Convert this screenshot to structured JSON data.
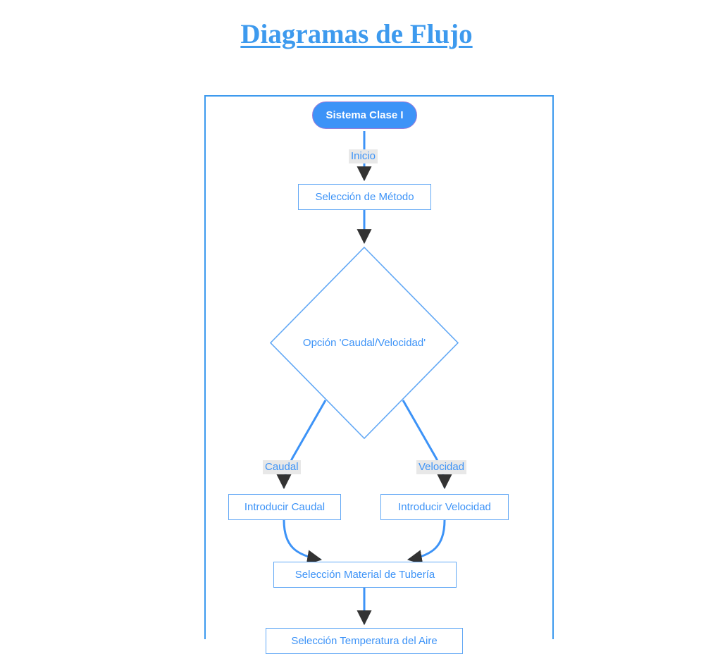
{
  "page": {
    "title": "Diagramas de Flujo",
    "background_color": "#ffffff"
  },
  "theme": {
    "accent_blue": "#3d93f7",
    "node_border_blue": "#62a8f5",
    "start_node_fill": "#3d93f7",
    "start_node_border": "#9e7cd6",
    "start_node_text": "#ffffff",
    "edge_color": "#3d93f7",
    "arrowhead_color": "#333333",
    "edge_label_bg": "#e8e8e8",
    "frame_border": "#3d9aee"
  },
  "diagram": {
    "name": "flowchart",
    "nodes": [
      {
        "id": "start",
        "shape": "stadium",
        "label": "Sistema Clase I"
      },
      {
        "id": "metodo",
        "shape": "rectangle",
        "label": "Selección de Método"
      },
      {
        "id": "opcion",
        "shape": "diamond",
        "label": "Opción 'Caudal/Velocidad'"
      },
      {
        "id": "caudal",
        "shape": "rectangle",
        "label": "Introducir Caudal"
      },
      {
        "id": "velocidad",
        "shape": "rectangle",
        "label": "Introducir Velocidad"
      },
      {
        "id": "material",
        "shape": "rectangle",
        "label": "Selección Material de Tubería"
      },
      {
        "id": "temperatura",
        "shape": "rectangle",
        "label": "Selección Temperatura del Aire"
      }
    ],
    "edges": [
      {
        "from": "start",
        "to": "metodo",
        "label": "Inicio"
      },
      {
        "from": "metodo",
        "to": "opcion",
        "label": ""
      },
      {
        "from": "opcion",
        "to": "caudal",
        "label": "Caudal"
      },
      {
        "from": "opcion",
        "to": "velocidad",
        "label": "Velocidad"
      },
      {
        "from": "caudal",
        "to": "material",
        "label": ""
      },
      {
        "from": "velocidad",
        "to": "material",
        "label": ""
      },
      {
        "from": "material",
        "to": "temperatura",
        "label": ""
      }
    ]
  }
}
